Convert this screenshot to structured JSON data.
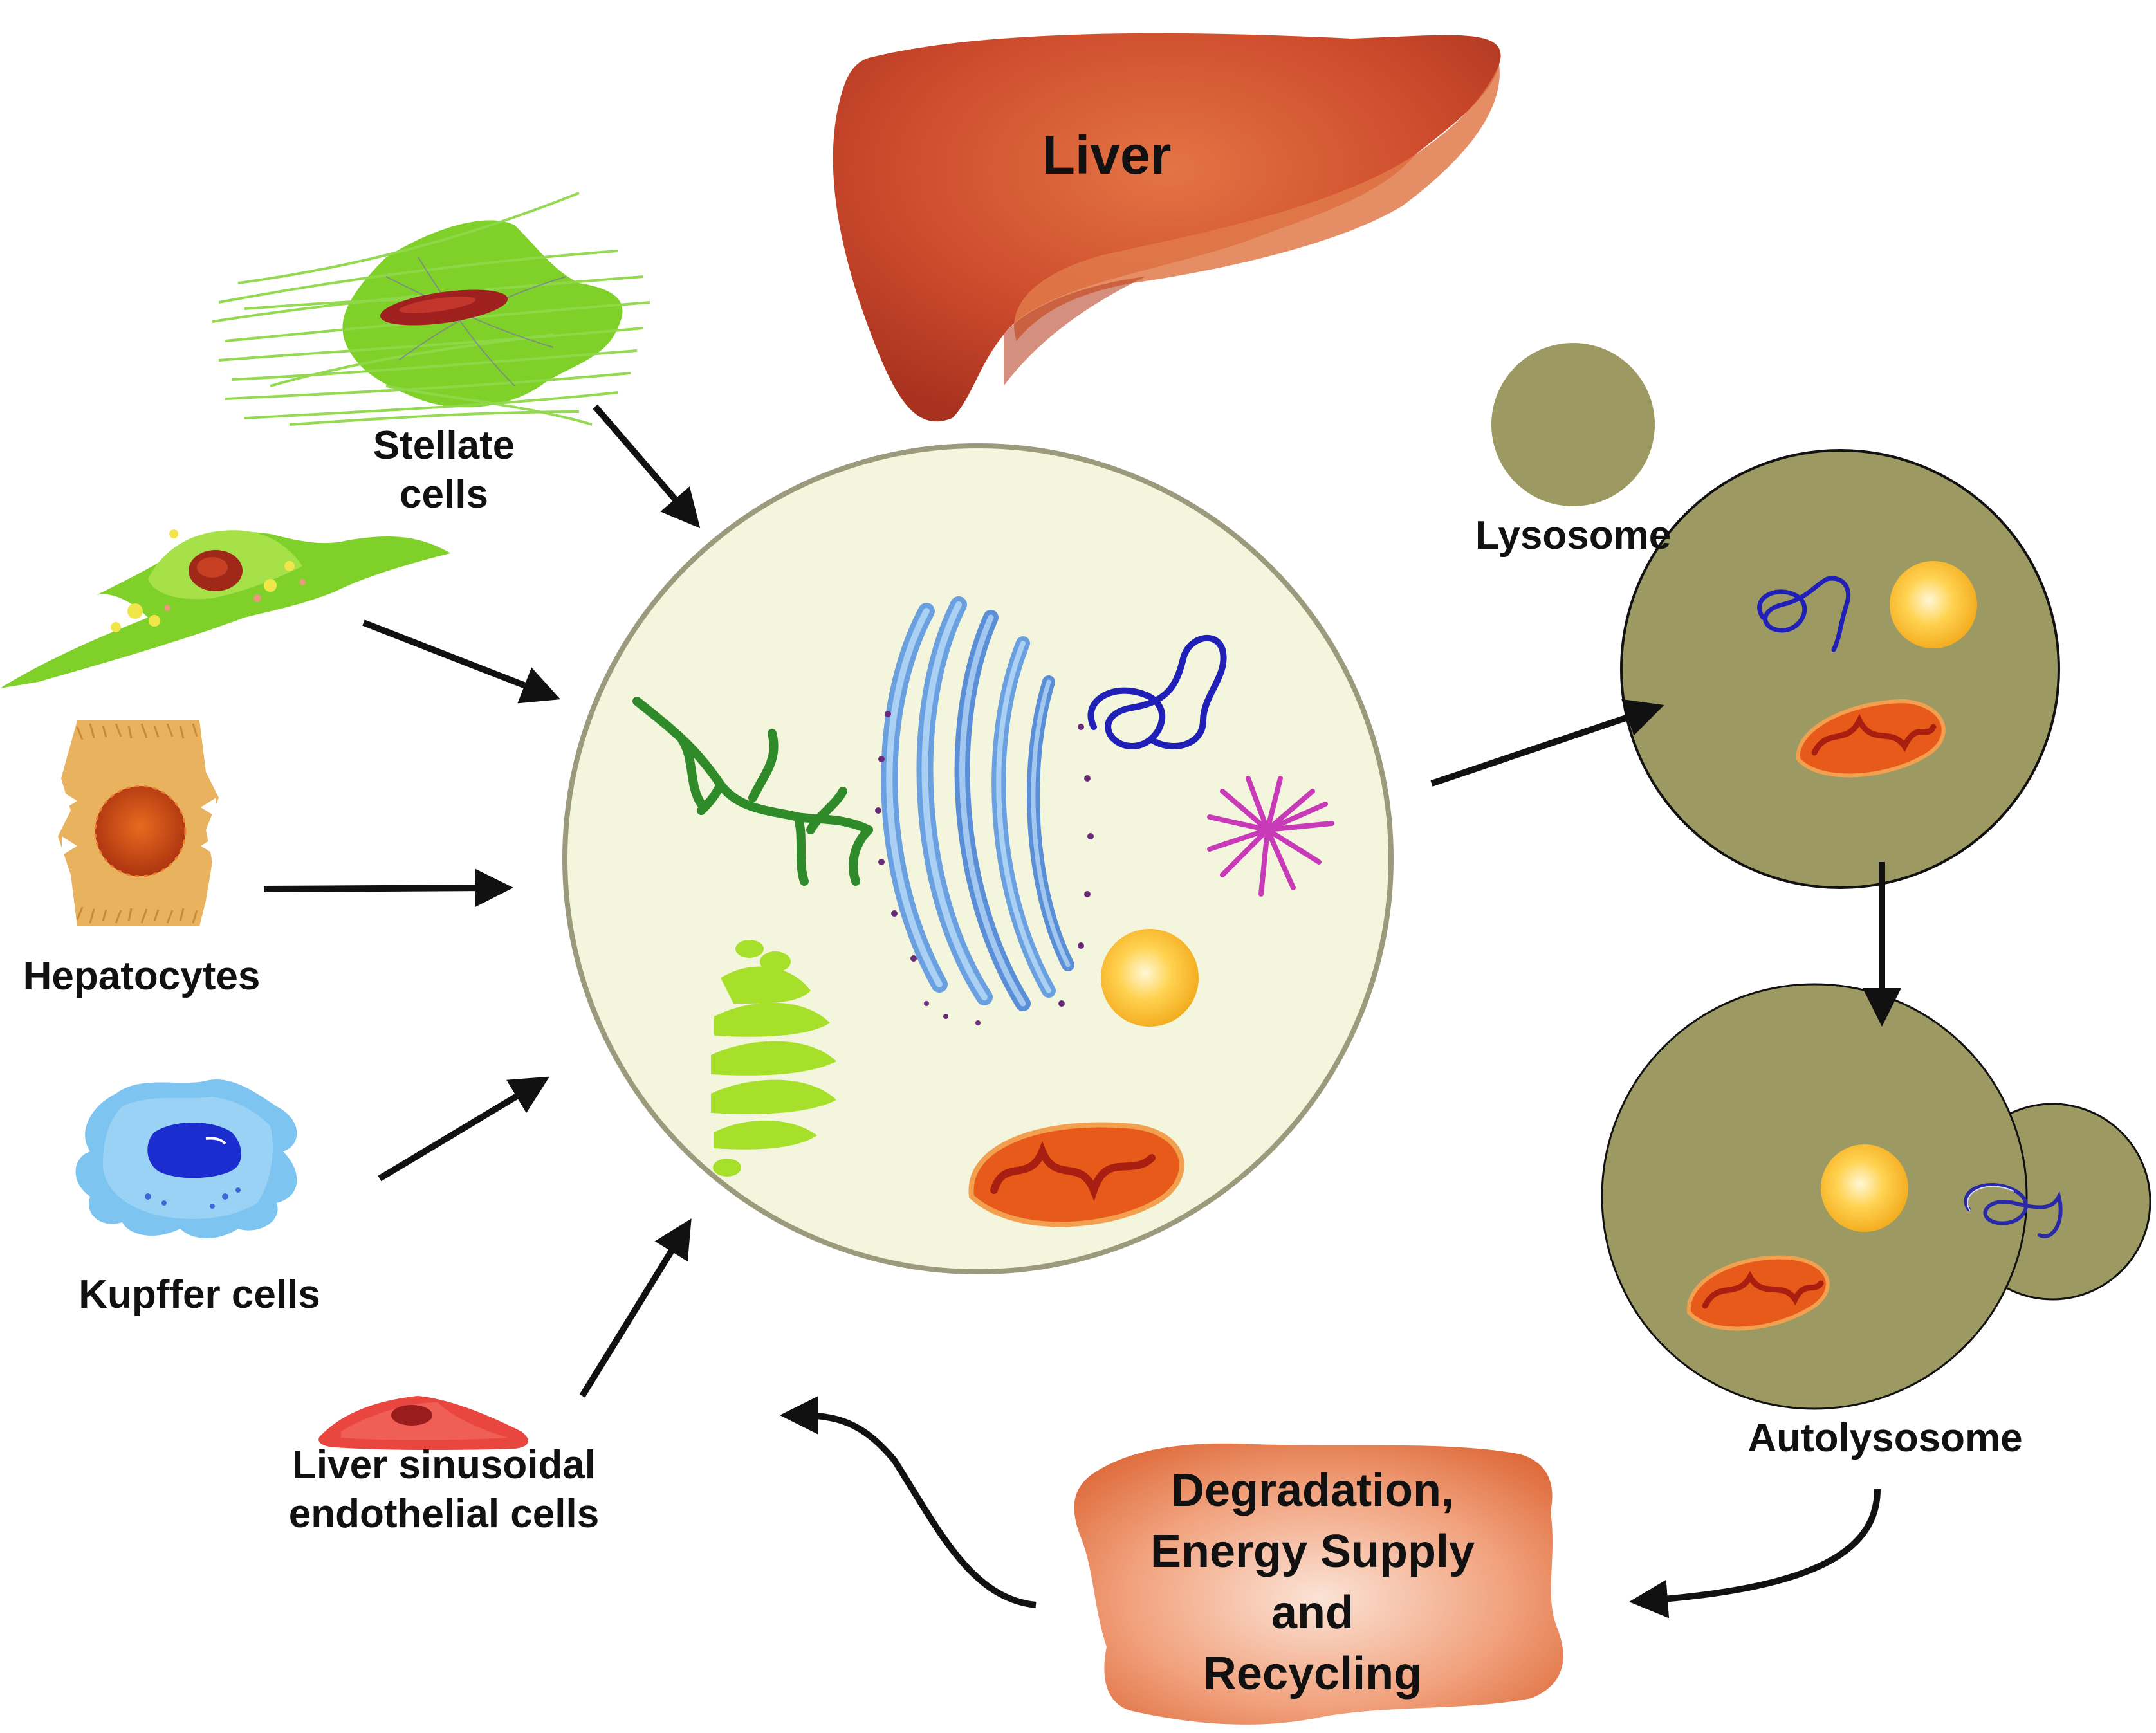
{
  "labels": {
    "liver": "Liver",
    "stellate": [
      "Stellate",
      "cells"
    ],
    "hepatocytes": "Hepatocytes",
    "kupffer": "Kupffer cells",
    "lsec": [
      "Liver sinusoidal",
      "endothelial cells"
    ],
    "lysosome": "Lysosome",
    "autolysosome": "Autolysosome",
    "outcome": [
      "Degradation,",
      "Energy Supply",
      "and",
      "Recycling"
    ]
  },
  "colors": {
    "liver": "#c0442a",
    "cell_fill": "#f3f6dc",
    "cell_border": "#9b9a7c",
    "lysosome": "#9c9a62",
    "stellate": "#7fd12a",
    "hepatocyte": "#e8b25e",
    "kupffer": "#7ec4f0",
    "lsec": "#e8463e",
    "outcome": "#e8875c",
    "arrow": "#111111"
  }
}
